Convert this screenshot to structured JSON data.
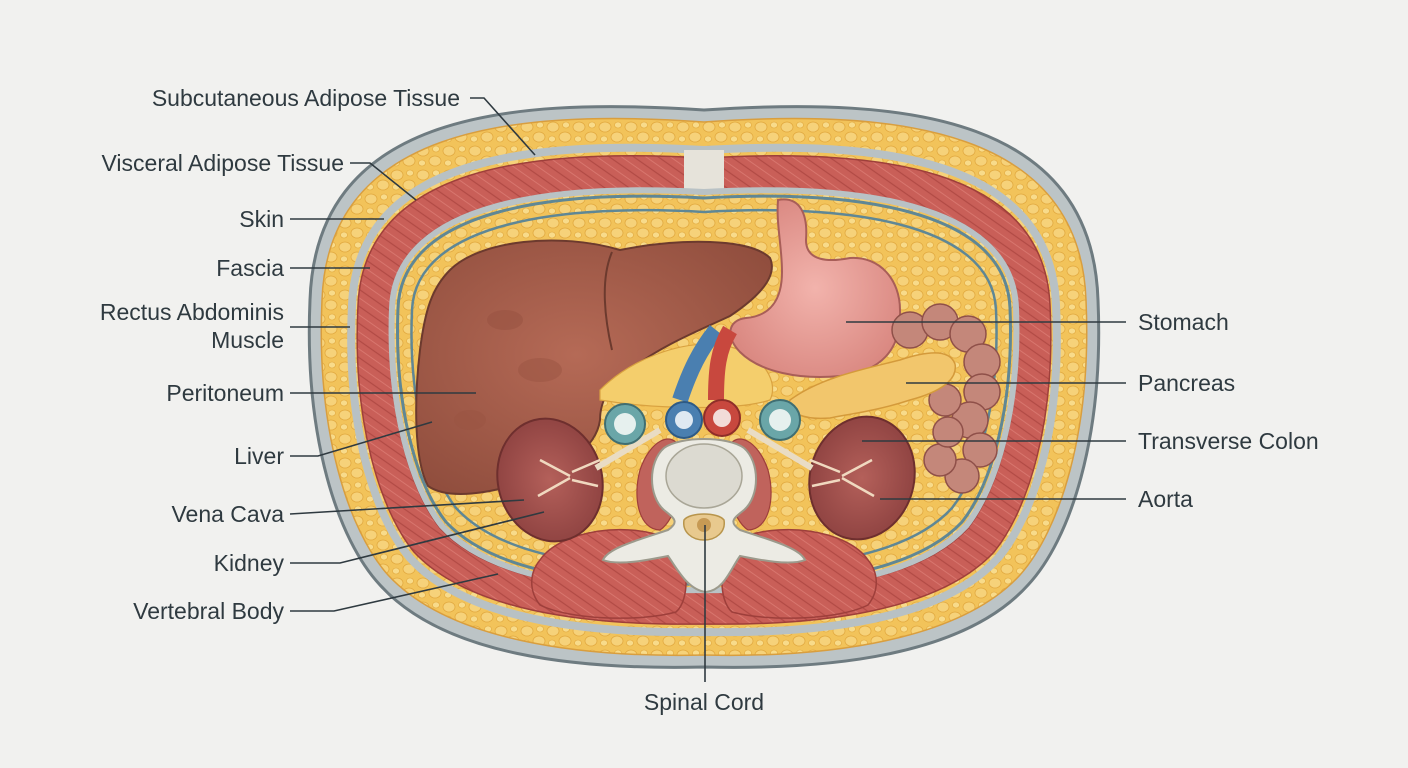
{
  "diagram": {
    "labels": {
      "subcutaneous_adipose_tissue": "Subcutaneous Adipose Tissue",
      "visceral_adipose_tissue": "Visceral Adipose Tissue",
      "skin": "Skin",
      "fascia": "Fascia",
      "rectus_abdominis_muscle_line1": "Rectus Abdominis",
      "rectus_abdominis_muscle_line2": "Muscle",
      "peritoneum": "Peritoneum",
      "liver": "Liver",
      "vena_cava": "Vena Cava",
      "kidney": "Kidney",
      "vertebral_body": "Vertebral Body",
      "stomach": "Stomach",
      "pancreas": "Pancreas",
      "transverse_colon": "Transverse Colon",
      "aorta": "Aorta",
      "spinal_cord": "Spinal Cord"
    },
    "colors": {
      "background": "#f1f1ef",
      "skin": "#9aa6ab",
      "fat": "#f2c35a",
      "muscle": "#c8605a",
      "liver": "#a35d4a",
      "stomach": "#e8a09a",
      "kidney": "#9a4a48",
      "pancreas": "#f0c46a",
      "colon": "#c48478",
      "aorta": "#c8483e",
      "vena_cava": "#4a7fb0",
      "bone": "#ecebe4",
      "fascia": "#5f8795",
      "label_text": "#2f3a40"
    }
  }
}
